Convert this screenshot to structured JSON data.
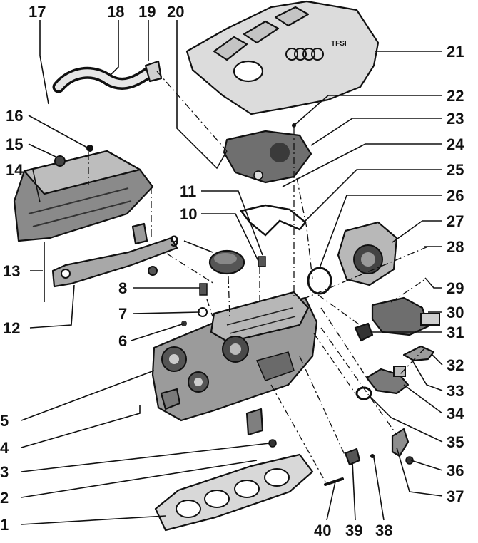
{
  "callouts": [
    {
      "label": "1"
    },
    {
      "label": "2"
    },
    {
      "label": "3"
    },
    {
      "label": "4"
    },
    {
      "label": "5"
    },
    {
      "label": "6"
    },
    {
      "label": "7"
    },
    {
      "label": "8"
    },
    {
      "label": "9"
    },
    {
      "label": "10"
    },
    {
      "label": "11"
    },
    {
      "label": "12"
    },
    {
      "label": "13"
    },
    {
      "label": "14"
    },
    {
      "label": "15"
    },
    {
      "label": "16"
    },
    {
      "label": "17"
    },
    {
      "label": "18"
    },
    {
      "label": "19"
    },
    {
      "label": "20"
    },
    {
      "label": "21"
    },
    {
      "label": "22"
    },
    {
      "label": "23"
    },
    {
      "label": "24"
    },
    {
      "label": "25"
    },
    {
      "label": "26"
    },
    {
      "label": "27"
    },
    {
      "label": "28"
    },
    {
      "label": "29"
    },
    {
      "label": "30"
    },
    {
      "label": "31"
    },
    {
      "label": "32"
    },
    {
      "label": "33"
    },
    {
      "label": "34"
    },
    {
      "label": "35"
    },
    {
      "label": "36"
    },
    {
      "label": "37"
    },
    {
      "label": "38"
    },
    {
      "label": "39"
    },
    {
      "label": "40"
    }
  ],
  "engine_cover": {
    "logo_text": "TFSI"
  }
}
